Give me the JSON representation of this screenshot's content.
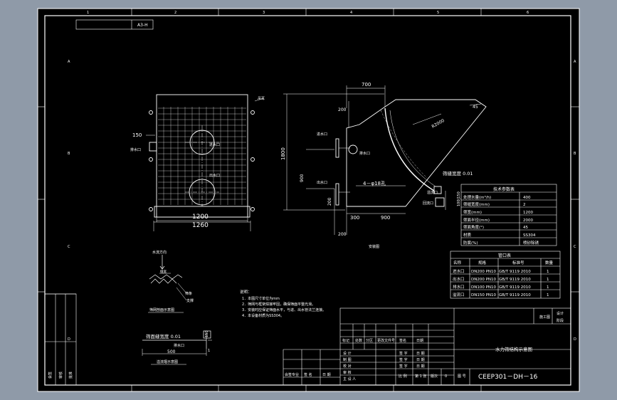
{
  "sheet": {
    "size_label": "A3-H",
    "border_numbers_top": [
      "1",
      "2",
      "3",
      "4",
      "5",
      "6"
    ],
    "border_letters_side": [
      "A",
      "B",
      "C",
      "D"
    ]
  },
  "front_view": {
    "dim_150": "150",
    "dim_1200": "1200",
    "dim_1260": "1260",
    "label_top_right": "吊耳",
    "label_left": "排水口",
    "label_inlet": "进水口",
    "label_outlet": "出水口"
  },
  "side_view": {
    "dim_700": "700",
    "dim_200_top": "200",
    "dim_1800": "1800",
    "dim_900_v": "900",
    "dim_200_low": "200",
    "dim_300": "300",
    "dim_900_h": "900",
    "dim_200_bottom": "200",
    "dim_r2000": "R2000",
    "dim_45": "45",
    "dim_100_150": "100|150",
    "hole_spec": "4－φ18孔",
    "label_inlet": "进水口",
    "label_drain": "排水口",
    "label_outlet": "出水口",
    "label_overflow": "溢流口",
    "label_return": "回流口",
    "note_mesh": "筛缝宽度 0.01",
    "caption": "安装图"
  },
  "tech_table": {
    "title": "技术参数表",
    "rows": [
      {
        "k": "处理水量(m³/h)",
        "v": "400"
      },
      {
        "k": "筛缝宽度(mm)",
        "v": "2"
      },
      {
        "k": "筛宽(mm)",
        "v": "1200"
      },
      {
        "k": "筛面半径(mm)",
        "v": "2000"
      },
      {
        "k": "筛面角度(°)",
        "v": "45"
      },
      {
        "k": "材质",
        "v": "SS304"
      },
      {
        "k": "防腐(%)",
        "v": "喷砂除锈"
      }
    ]
  },
  "nozzle_table": {
    "title": "管口表",
    "headers": [
      "名称",
      "规格",
      "标准号",
      "数量"
    ],
    "rows": [
      {
        "name": "进水口",
        "spec": "DN200 PN10",
        "std": "GB/T 9119 2010",
        "qty": "1"
      },
      {
        "name": "出水口",
        "spec": "DN200 PN10",
        "std": "GB/T 9119 2010",
        "qty": "1"
      },
      {
        "name": "排水口",
        "spec": "DN100 PN10",
        "std": "GB/T 9119 2010",
        "qty": "1"
      },
      {
        "name": "溢流口",
        "spec": "DN150 PN10",
        "std": "GB/T 9119 2010",
        "qty": "1"
      }
    ]
  },
  "detail_mesh": {
    "label_flow": "水流方向",
    "label_slot": "缝宽",
    "label_bar": "筛条",
    "label_support": "支撑",
    "caption": "筛网剖面示意图"
  },
  "detail_weir": {
    "label_width": "筛面缝宽度 0.01",
    "label_outlet": "排水口",
    "dim_500": "500",
    "dim_1": "1",
    "dim_150": "150",
    "caption": "溢流堰示意图"
  },
  "notes": {
    "title": "说明：",
    "items": [
      "1．本图尺寸单位为mm",
      "2．筛网与框架焊接牢固，确保筛面平整光滑。",
      "3．安装时应保证筛面水平，与进、出水管法兰连接。",
      "4．本设备材质为SS304。"
    ]
  },
  "title_block": {
    "drawing_name": "水力筛结构示意图",
    "drawing_no": "CEEP301－DH－16",
    "labels": [
      "设 计",
      "制 图",
      "校 对",
      "审 核",
      "主 设 人"
    ],
    "col_labels": [
      "标记",
      "处数",
      "分区",
      "更改文件号",
      "签名",
      "日期"
    ],
    "right_labels": [
      "设计",
      "阶段"
    ],
    "stage_value": "施工图",
    "scale_label": "比 例",
    "sheet_label": "第 1 张",
    "image_label": "图 号",
    "version_label": "版次",
    "version_value": "0",
    "dept_label": "会签专业",
    "sign_label": "签 名",
    "date_label": "日 期",
    "sig_label": "签 字",
    "date_label2": "日 期",
    "left_stamp_labels": [
      "会签",
      "审核",
      "批准"
    ]
  },
  "colors": {
    "frame": "#ffffff",
    "drawing": "#ffffff",
    "outer_bg": "#8f9aa8",
    "paper": "#000000"
  }
}
